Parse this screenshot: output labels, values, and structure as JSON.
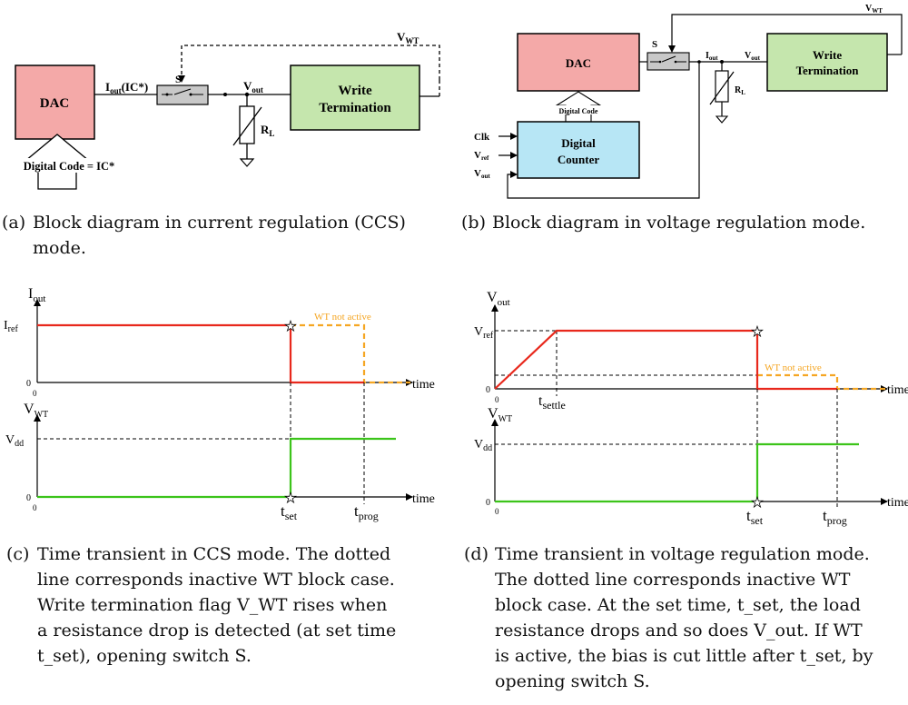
{
  "colors": {
    "dac_fill": "#f4a9a8",
    "wt_fill": "#c5e6ad",
    "counter_fill": "#b7e6f5",
    "switch_fill": "#c8c8c8",
    "red": "#e8281c",
    "orange": "#f5a623",
    "green": "#3cc41a"
  },
  "panel_a": {
    "dac": "DAC",
    "write": "Write",
    "termination": "Termination",
    "switch": "S",
    "iout": "I",
    "iout_sub": "out",
    "iout_suffix": "(IC*)",
    "vout": "V",
    "vout_sub": "out",
    "vwt": "V",
    "vwt_sub": "WT",
    "rl": "R",
    "rl_sub": "L",
    "digital_code": "Digital Code = IC*",
    "caption_tag": "(a)",
    "caption_lines": [
      "Block diagram in current regulation (CCS)",
      "mode."
    ]
  },
  "panel_b": {
    "dac": "DAC",
    "write": "Write",
    "termination": "Termination",
    "counter1": "Digital",
    "counter2": "Counter",
    "switch": "S",
    "iout": "I",
    "iout_sub": "out",
    "vout": "V",
    "vout_sub": "out",
    "vwt": "V",
    "vwt_sub": "WT",
    "rl": "R",
    "rl_sub": "L",
    "digital_code": "Digital Code",
    "clk": "Clk",
    "vref": "V",
    "vref_sub": "ref",
    "vout_in": "V",
    "vout_in_sub": "out",
    "caption_tag": "(b)",
    "caption_lines": [
      "Block diagram in voltage regulation mode."
    ]
  },
  "panel_c": {
    "iout": "I",
    "iout_sub": "out",
    "iref": "I",
    "iref_sub": "ref",
    "zero": "0",
    "wt_not_active": "WT not active",
    "time": "time",
    "vwt": "V",
    "vwt_sub": "WT",
    "vdd": "V",
    "vdd_sub": "dd",
    "tset": "t",
    "tset_sub": "set",
    "tprog": "t",
    "tprog_sub": "prog",
    "caption_tag": "(c)",
    "caption_lines": [
      "Time transient in CCS mode. The dotted",
      "line corresponds inactive WT block case.",
      "Write termination flag V_WT rises when",
      "a resistance drop is detected (at set time",
      "t_set), opening switch S."
    ]
  },
  "panel_d": {
    "vout": "V",
    "vout_sub": "out",
    "vref": "V",
    "vref_sub": "ref",
    "zero": "0",
    "wt_not_active": "WT not active",
    "time": "time",
    "tsettle": "t",
    "tsettle_sub": "settle",
    "vwt": "V",
    "vwt_sub": "WT",
    "vdd": "V",
    "vdd_sub": "dd",
    "tset": "t",
    "tset_sub": "set",
    "tprog": "t",
    "tprog_sub": "prog",
    "caption_tag": "(d)",
    "caption_lines": [
      "Time transient in voltage regulation mode.",
      "The dotted line corresponds inactive WT",
      "block case. At the set time, t_set, the load",
      "resistance drops and so does V_out. If WT",
      "is active, the bias is cut little after t_set, by",
      "opening switch S."
    ]
  }
}
